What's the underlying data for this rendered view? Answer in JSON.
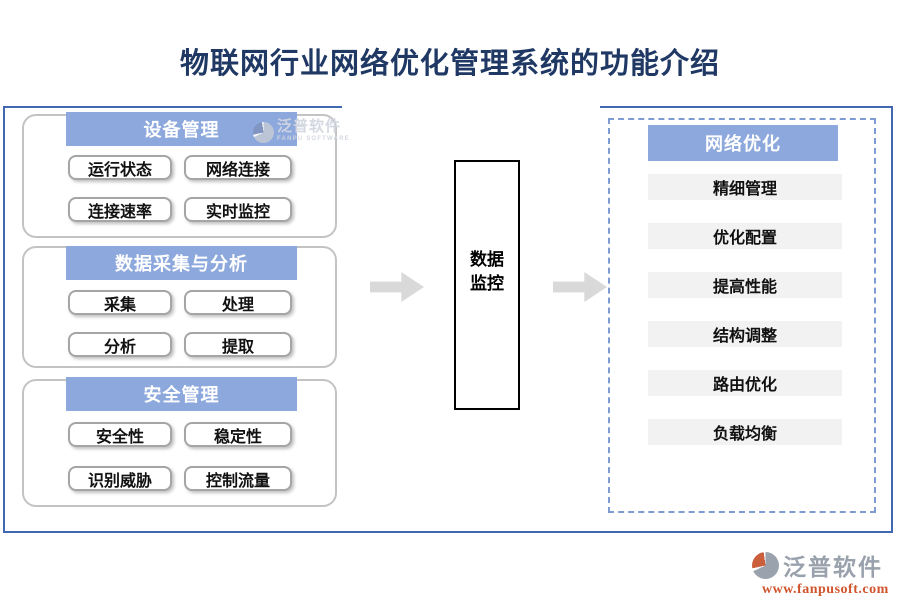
{
  "title": "物联网行业网络优化管理系统的功能介绍",
  "watermark": {
    "brand": "泛普软件",
    "sub": "FANPU SOFTWARE"
  },
  "left_groups": [
    {
      "title": "设备管理",
      "buttons": [
        "运行状态",
        "网络连接",
        "连接速率",
        "实时监控"
      ]
    },
    {
      "title": "数据采集与分析",
      "buttons": [
        "采集",
        "处理",
        "分析",
        "提取"
      ]
    },
    {
      "title": "安全管理",
      "buttons": [
        "安全性",
        "稳定性",
        "识别威胁",
        "控制流量"
      ]
    }
  ],
  "center": {
    "label": "数据监控"
  },
  "right_panel": {
    "title": "网络优化",
    "items": [
      "精细管理",
      "优化配置",
      "提高性能",
      "结构调整",
      "路由优化",
      "负载均衡"
    ]
  },
  "footer_logo": {
    "brand": "泛普软件",
    "url": "www.fanpusoft.com"
  },
  "colors": {
    "title_text": "#1f3864",
    "frame_border": "#4169b2",
    "dashed_border": "#7e9bd3",
    "header_banner": "#8da8dc",
    "arrow_gray": "#d9d9d9",
    "item_bar_bg": "#f2f2f2",
    "brand_gray": "#99a1ad",
    "brand_orange": "#d0542c"
  }
}
